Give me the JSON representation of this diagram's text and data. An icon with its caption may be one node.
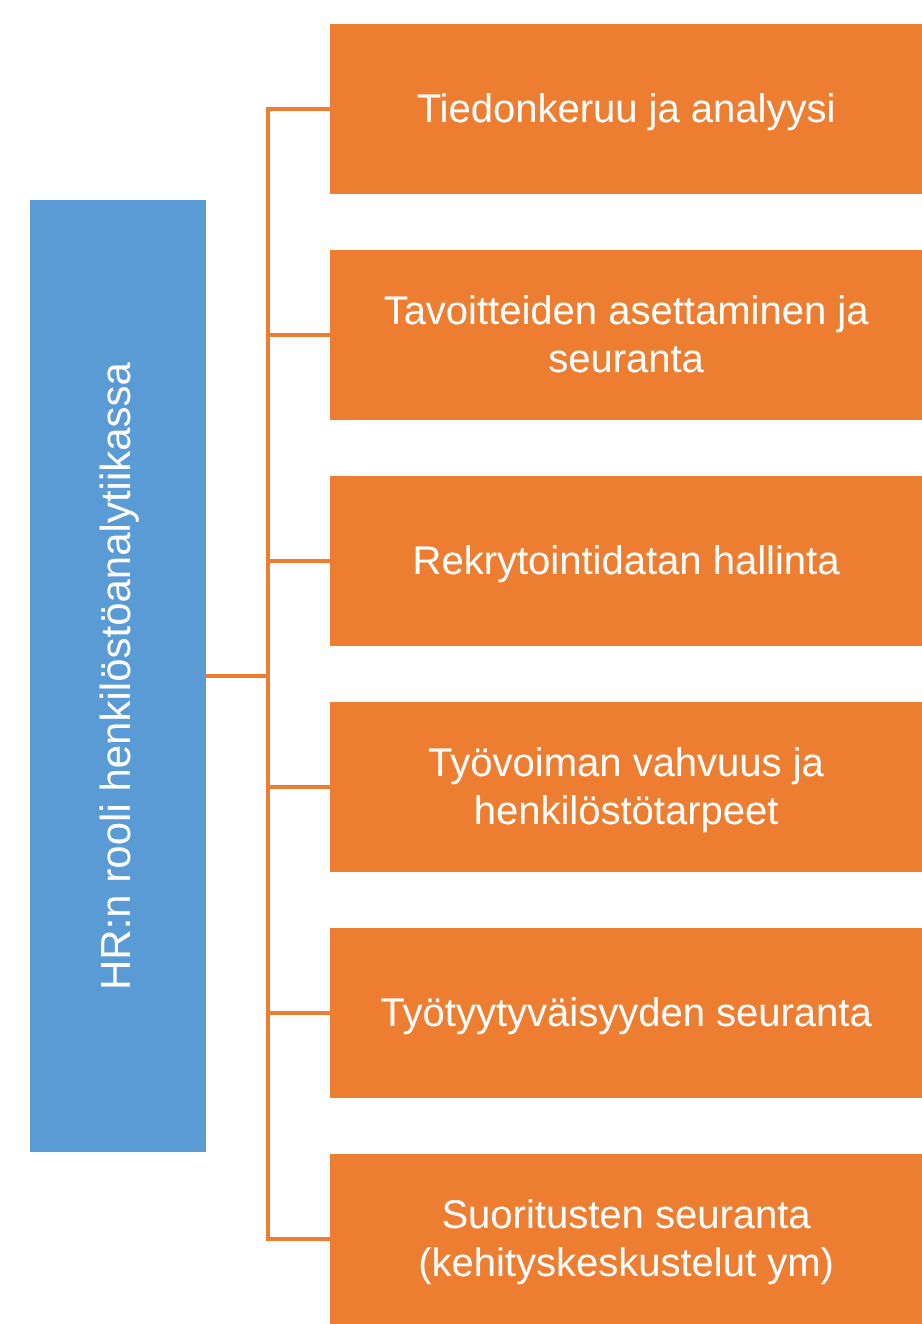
{
  "diagram": {
    "nodes": [
      {
        "text": [
          "HR:n rooli henkilöstöanalytiikassa"
        ]
      },
      {
        "text": [
          "Tiedonkeruu ja analyysi"
        ]
      },
      {
        "text": [
          "Tavoitteiden asettaminen ja seuranta"
        ]
      },
      {
        "text": [
          "Rekrytointidatan hallinta"
        ]
      },
      {
        "text": [
          "Työvoiman vahvuus ja henkilöstötarpeet"
        ]
      },
      {
        "text": [
          "Työtyytyväisyyden seuranta"
        ]
      },
      {
        "text": [
          "Suoritusten seuranta (kehityskeskustelut ym)"
        ]
      }
    ],
    "edges": [
      {
        "from": 0,
        "to": 1,
        "arrow": "none"
      },
      {
        "from": 0,
        "to": 2,
        "arrow": "none"
      },
      {
        "from": 0,
        "to": 3,
        "arrow": "none"
      },
      {
        "from": 0,
        "to": 4,
        "arrow": "none"
      },
      {
        "from": 0,
        "to": 5,
        "arrow": "none"
      },
      {
        "from": 0,
        "to": 6,
        "arrow": "none"
      }
    ]
  }
}
